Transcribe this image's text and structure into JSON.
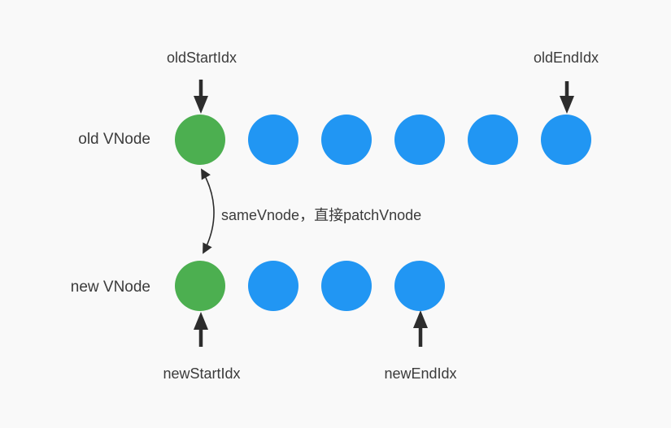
{
  "diagram": {
    "background": "#f9f9f9",
    "rows": {
      "old": {
        "label": "old VNode",
        "circles": [
          "green",
          "blue",
          "blue",
          "blue",
          "blue",
          "blue"
        ]
      },
      "new": {
        "label": "new VNode",
        "circles": [
          "green",
          "blue",
          "blue",
          "blue"
        ]
      }
    },
    "pointers": {
      "old_start": {
        "label": "oldStartIdx"
      },
      "old_end": {
        "label": "oldEndIdx"
      },
      "new_start": {
        "label": "newStartIdx"
      },
      "new_end": {
        "label": "newEndIdx"
      }
    },
    "annotation": {
      "label": "sameVnode，直接patchVnode"
    },
    "colors": {
      "green": "#4caf50",
      "blue": "#2196f3",
      "arrow": "#2d2d2d",
      "text": "#3b3b3b"
    }
  }
}
